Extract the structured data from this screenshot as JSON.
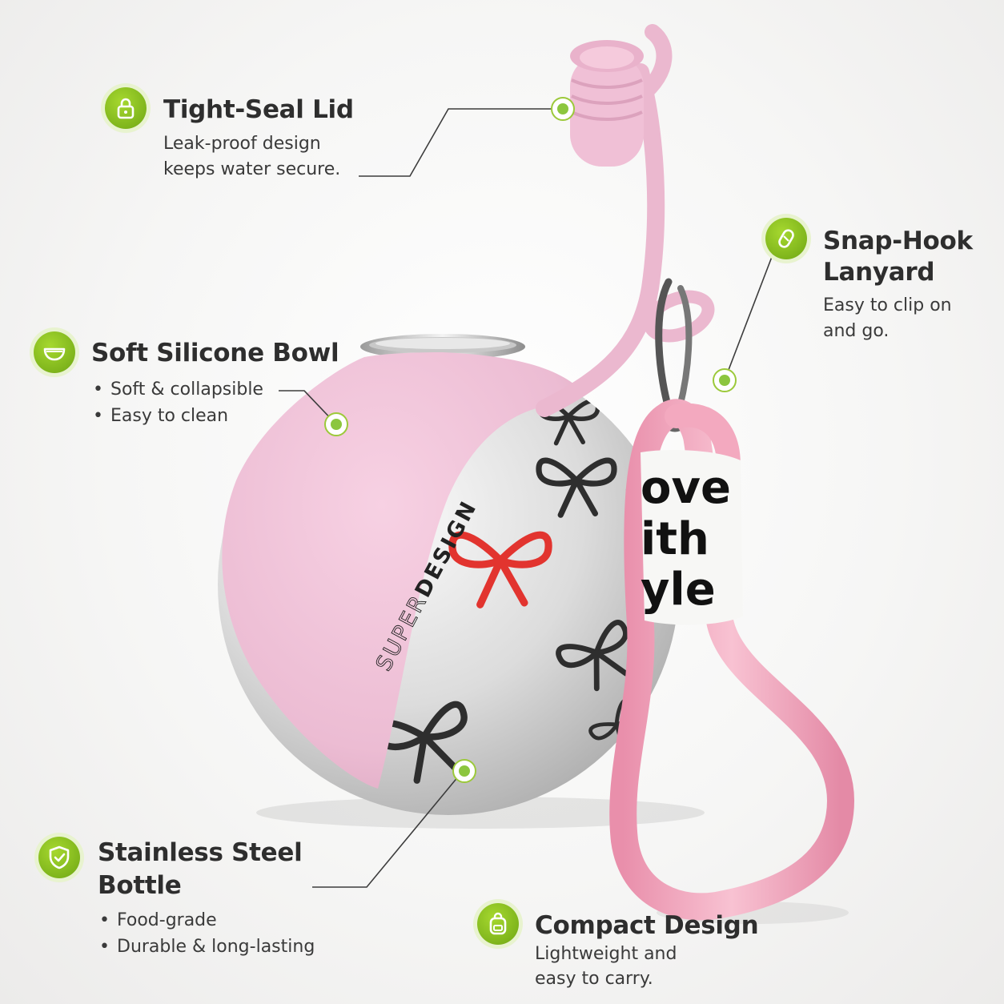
{
  "product": {
    "brand_logo": "SUPERDESIGN",
    "strap_text": [
      "ove",
      "ith",
      "yle"
    ],
    "colors": {
      "silicone_pink": "#f1c3d9",
      "rope_pink": "#f3a9bf",
      "steel": "#d9d9d9",
      "accent_green": "#8cc63f",
      "bow_red": "#e2342f",
      "bow_dark": "#2e2e2e"
    }
  },
  "features": {
    "lid": {
      "icon": "lock-icon",
      "title": "Tight-Seal Lid",
      "description": [
        "Leak-proof design",
        "keeps water secure."
      ]
    },
    "lanyard": {
      "icon": "carabiner-icon",
      "title": [
        "Snap-Hook",
        "Lanyard"
      ],
      "description": [
        "Easy to clip on",
        "and go."
      ]
    },
    "bowl": {
      "icon": "bowl-icon",
      "title": "Soft Silicone Bowl",
      "bullets": [
        "Soft & collapsible",
        "Easy to clean"
      ]
    },
    "bottle": {
      "icon": "shield-check-icon",
      "title": [
        "Stainless Steel",
        "Bottle"
      ],
      "bullets": [
        "Food-grade",
        "Durable & long-lasting"
      ]
    },
    "compact": {
      "icon": "backpack-icon",
      "title": "Compact Design",
      "description": [
        "Lightweight and",
        "easy to carry."
      ]
    }
  }
}
